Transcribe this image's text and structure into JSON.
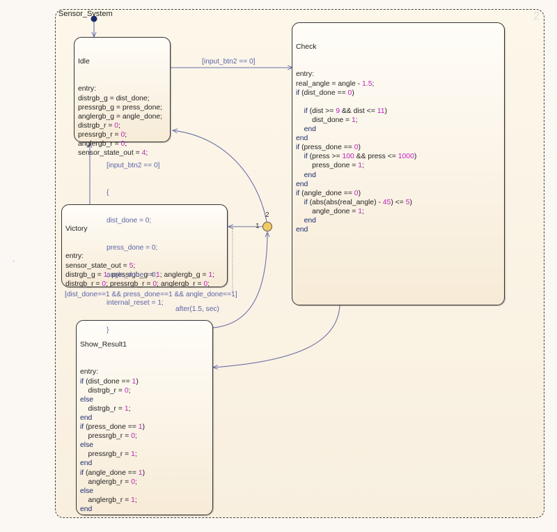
{
  "chart": {
    "name": "Sensor_System",
    "corner_number": "2"
  },
  "states": {
    "idle": {
      "name": "Idle",
      "lines": [
        "entry:",
        "distrgb_g = dist_done;",
        "pressrgb_g = press_done;",
        "anglergb_g = angle_done;",
        "distrgb_r = 0;",
        "pressrgb_r = 0;",
        "anglergb_r = 0;",
        "sensor_state_out = 4;"
      ]
    },
    "check": {
      "name": "Check",
      "lines": [
        "entry:",
        "real_angle = angle - 1.5;",
        "if (dist_done == 0)",
        "",
        "    if (dist >= 9 && dist <= 11)",
        "        dist_done = 1;",
        "    end",
        "end",
        "if (press_done == 0)",
        "    if (press >= 100 && press <= 1000)",
        "        press_done = 1;",
        "    end",
        "end",
        "if (angle_done == 0)",
        "    if (abs(abs(real_angle) - 45) <= 5)",
        "        angle_done = 1;",
        "    end",
        "end"
      ]
    },
    "victory": {
      "name": "Victory",
      "lines": [
        "entry:",
        "sensor_state_out = 5;",
        "distrgb_g = 1; pressrgb_g = 1; anglergb_g = 1;",
        "distrgb_r = 0; pressrgb_r = 0; anglergb_r = 0;"
      ]
    },
    "show_result": {
      "name": "Show_Result1",
      "lines": [
        "entry:",
        "if (dist_done == 1)",
        "    distrgb_r = 0;",
        "else",
        "    distrgb_r = 1;",
        "end",
        "if (press_done == 1)",
        "    pressrgb_r = 0;",
        "else",
        "    pressrgb_r = 1;",
        "end",
        "if (angle_done == 1)",
        "    anglergb_r = 0;",
        "else",
        "    anglergb_r = 1;",
        "end"
      ]
    }
  },
  "transitions": {
    "idle_to_check": "[input_btn2 == 0]",
    "victory_to_idle": [
      "[input_btn2 == 0]",
      "{",
      "dist_done = 0;",
      "press_done = 0;",
      "angle_done = 0;",
      "internal_reset = 1;",
      "}"
    ],
    "junction_to_victory": "[dist_done==1 && press_done==1 && angle_done==1]",
    "show_to_junction": "after(1.5, sec)"
  },
  "junction": {
    "order_1": "1",
    "order_2": "2"
  }
}
